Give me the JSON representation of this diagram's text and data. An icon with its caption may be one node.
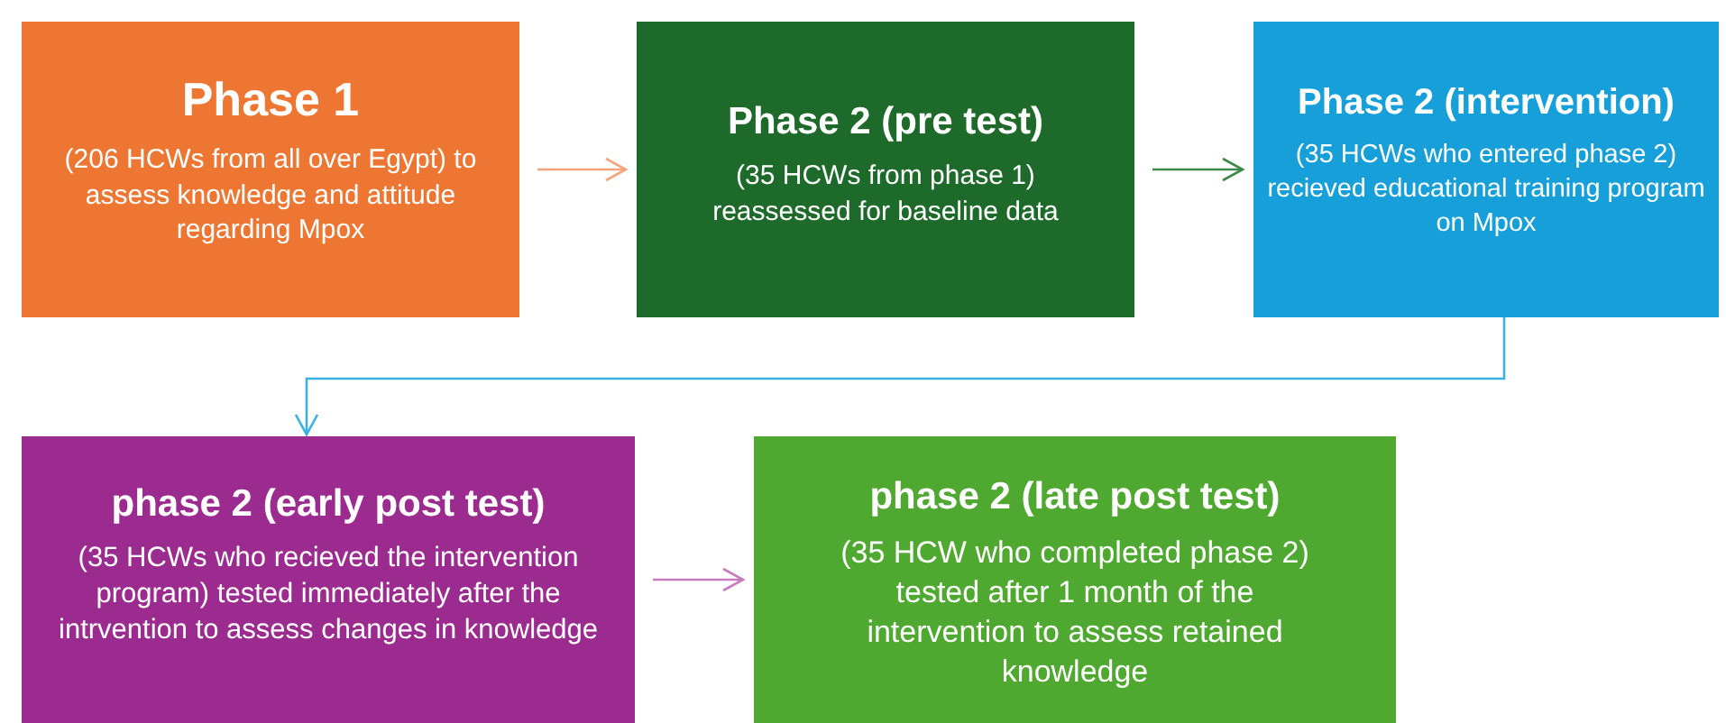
{
  "diagram": {
    "nodes": [
      {
        "text": [
          "Phase 1",
          "(206 HCWs from all over Egypt) to assess knowledge and attitude regarding Mpox"
        ]
      },
      {
        "text": [
          "Phase 2 (pre test)",
          "(35 HCWs from phase 1) reassessed for baseline data"
        ]
      },
      {
        "text": [
          "Phase 2 (intervention)",
          "(35 HCWs who entered phase 2) recieved educational training program on Mpox"
        ]
      },
      {
        "text": [
          "phase 2 (early post test)",
          "(35 HCWs who recieved the intervention program) tested immediately after the intrvention to assess changes in knowledge"
        ]
      },
      {
        "text": [
          "phase 2 (late post test)",
          "(35 HCW who completed phase 2) tested after 1 month of the intervention to assess retained knowledge"
        ]
      }
    ],
    "edges": [
      {
        "from": 0,
        "to": 1,
        "arrow": "to",
        "color": "#f4a47c"
      },
      {
        "from": 1,
        "to": 2,
        "arrow": "to",
        "color": "#3d8a48"
      },
      {
        "from": 2,
        "to": 3,
        "arrow": "to",
        "color": "#3ab0e0"
      },
      {
        "from": 3,
        "to": 4,
        "arrow": "to",
        "color": "#c77cbf"
      }
    ]
  }
}
